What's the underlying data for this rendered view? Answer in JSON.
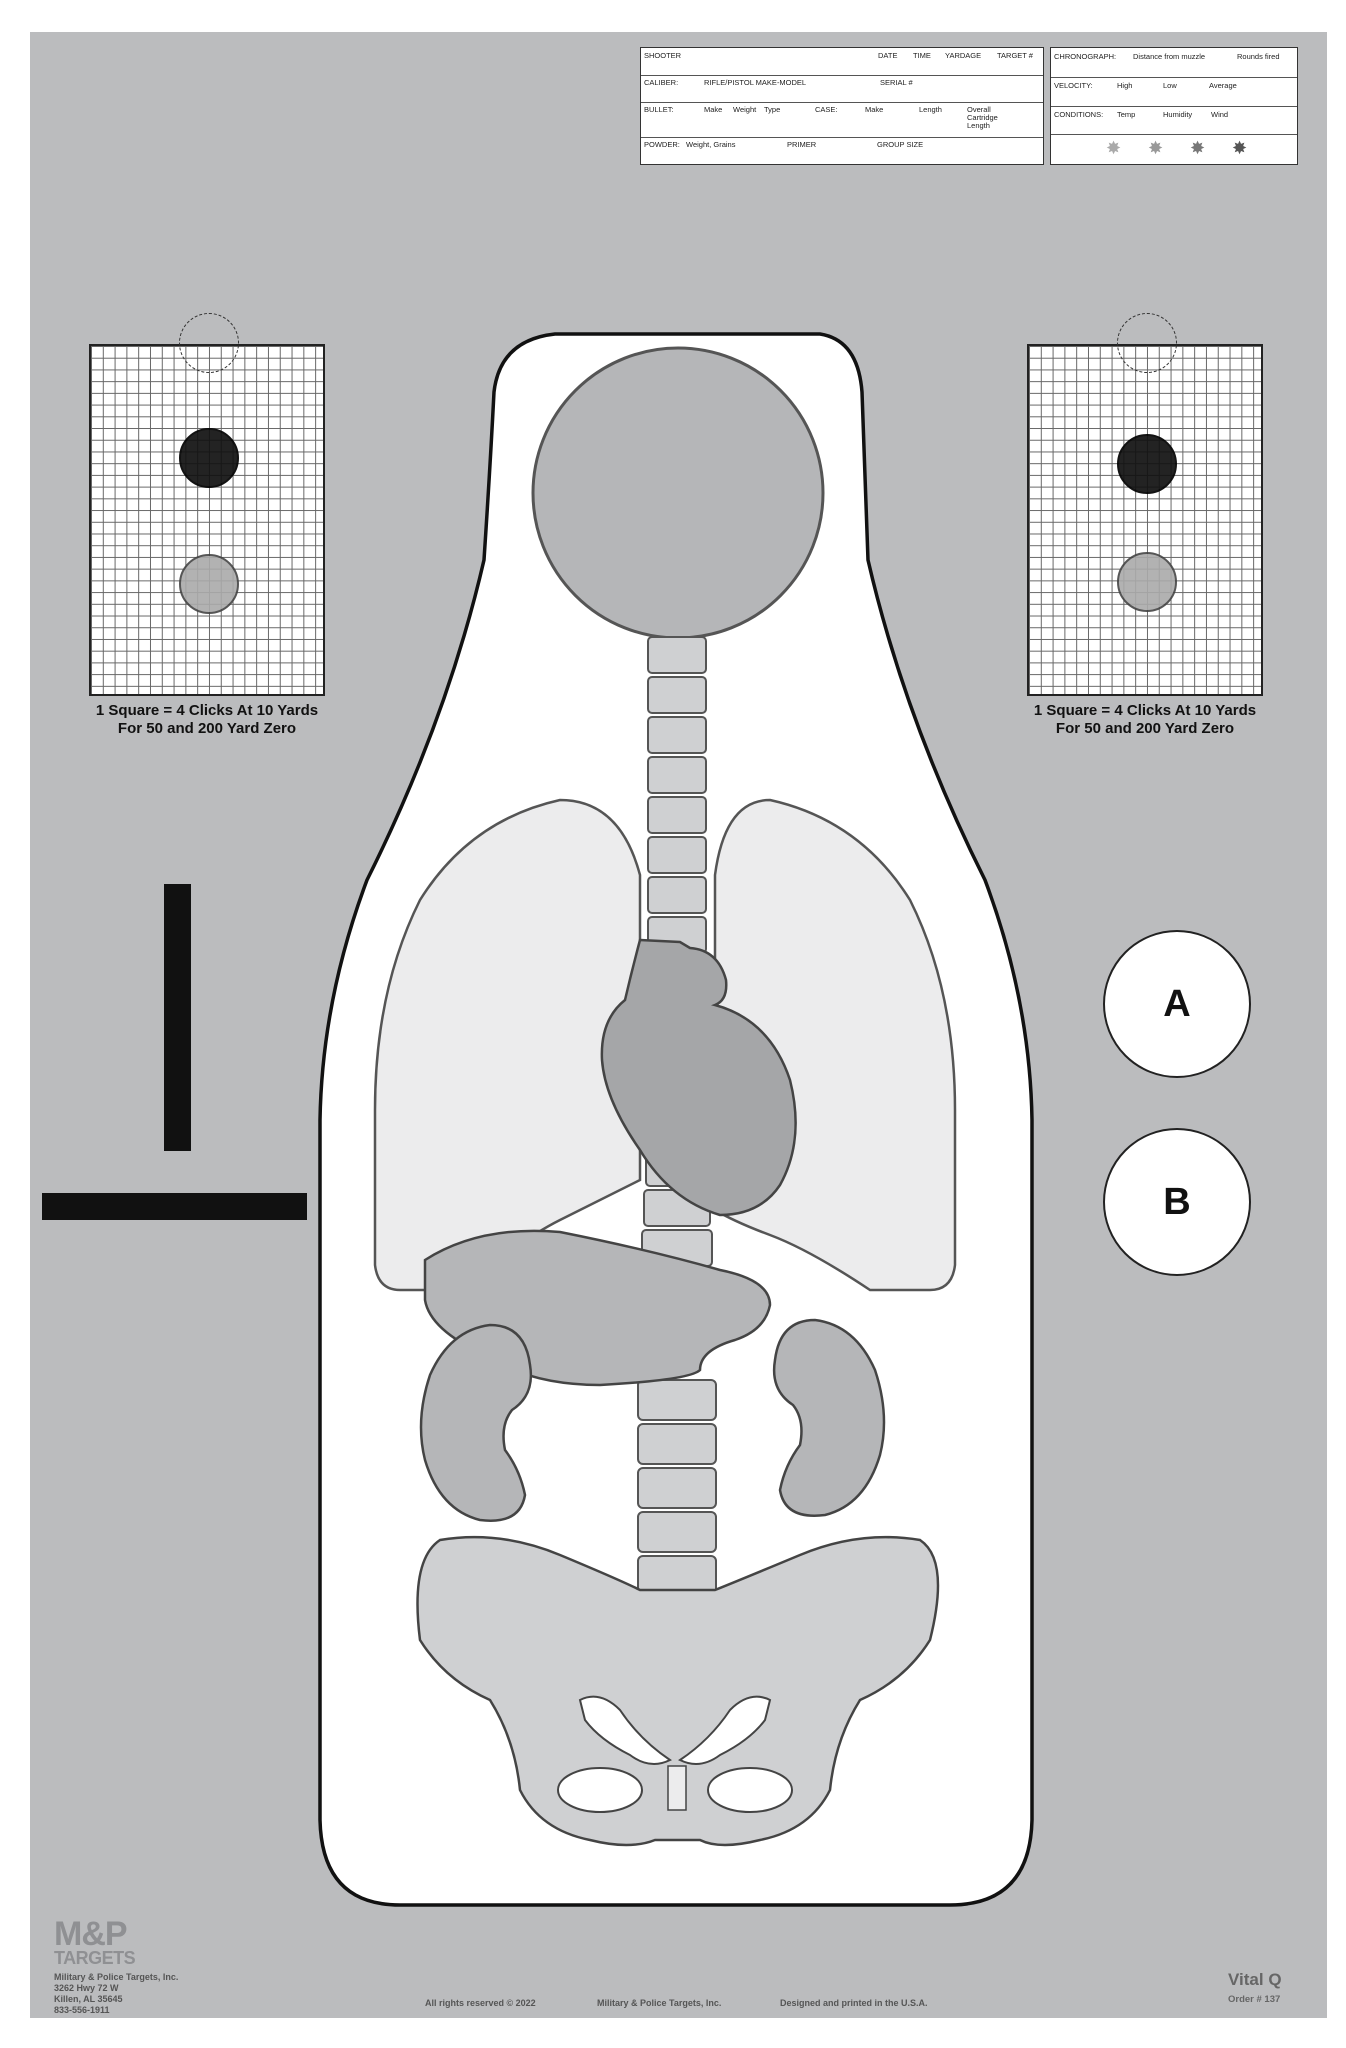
{
  "log_table": {
    "row1": [
      "SHOOTER",
      "DATE",
      "TIME",
      "YARDAGE",
      "TARGET #"
    ],
    "row2": [
      "CALIBER:",
      "RIFLE/PISTOL MAKE-MODEL",
      "SERIAL #"
    ],
    "row3": [
      "BULLET:",
      "Make",
      "Weight",
      "Type",
      "CASE:",
      "Make",
      "Length",
      "Overall",
      "Cartridge",
      "Length"
    ],
    "row4": [
      "POWDER:",
      "Weight,  Grains",
      "PRIMER",
      "GROUP SIZE"
    ]
  },
  "chrono_table": {
    "row1": [
      "CHRONOGRAPH:",
      "Distance from muzzle",
      "Rounds fired"
    ],
    "row2": [
      "VELOCITY:",
      "High",
      "Low",
      "Average"
    ],
    "row3": [
      "CONDITIONS:",
      "Temp",
      "Humidity",
      "Wind"
    ],
    "wind_icons": [
      "sun-icon",
      "partly-cloudy-icon",
      "cloudy-icon",
      "storm-icon"
    ]
  },
  "zero_grids": [
    {
      "caption_line1": "1 Square = 4 Clicks At 10 Yards",
      "caption_line2": "For 50 and 200 Yard Zero"
    },
    {
      "caption_line1": "1 Square = 4 Clicks At 10 Yards",
      "caption_line2": "For 50 and 200 Yard Zero"
    }
  ],
  "discs": {
    "a": "A",
    "b": "B"
  },
  "brand": {
    "logo_top": "M&P",
    "logo_bottom": "TARGETS",
    "company_lines": [
      "Military & Police Targets, Inc.",
      "3262 Hwy 72 W",
      "Killen, AL  35645",
      "833-556-1911"
    ]
  },
  "footer": {
    "rights": "All rights reserved © 2022",
    "company": "Military & Police Targets, Inc.",
    "made_in": "Designed and printed in the U.S.A.",
    "target_name": "Vital Q",
    "order": "Order # 137"
  },
  "colors": {
    "background": "#bbbcbe",
    "silhouette": "#ffffff",
    "organ_dark": "#a5a6a8",
    "organ_mid": "#b5b6b8",
    "organ_light": "#cfd0d2",
    "lung": "#ececed"
  }
}
